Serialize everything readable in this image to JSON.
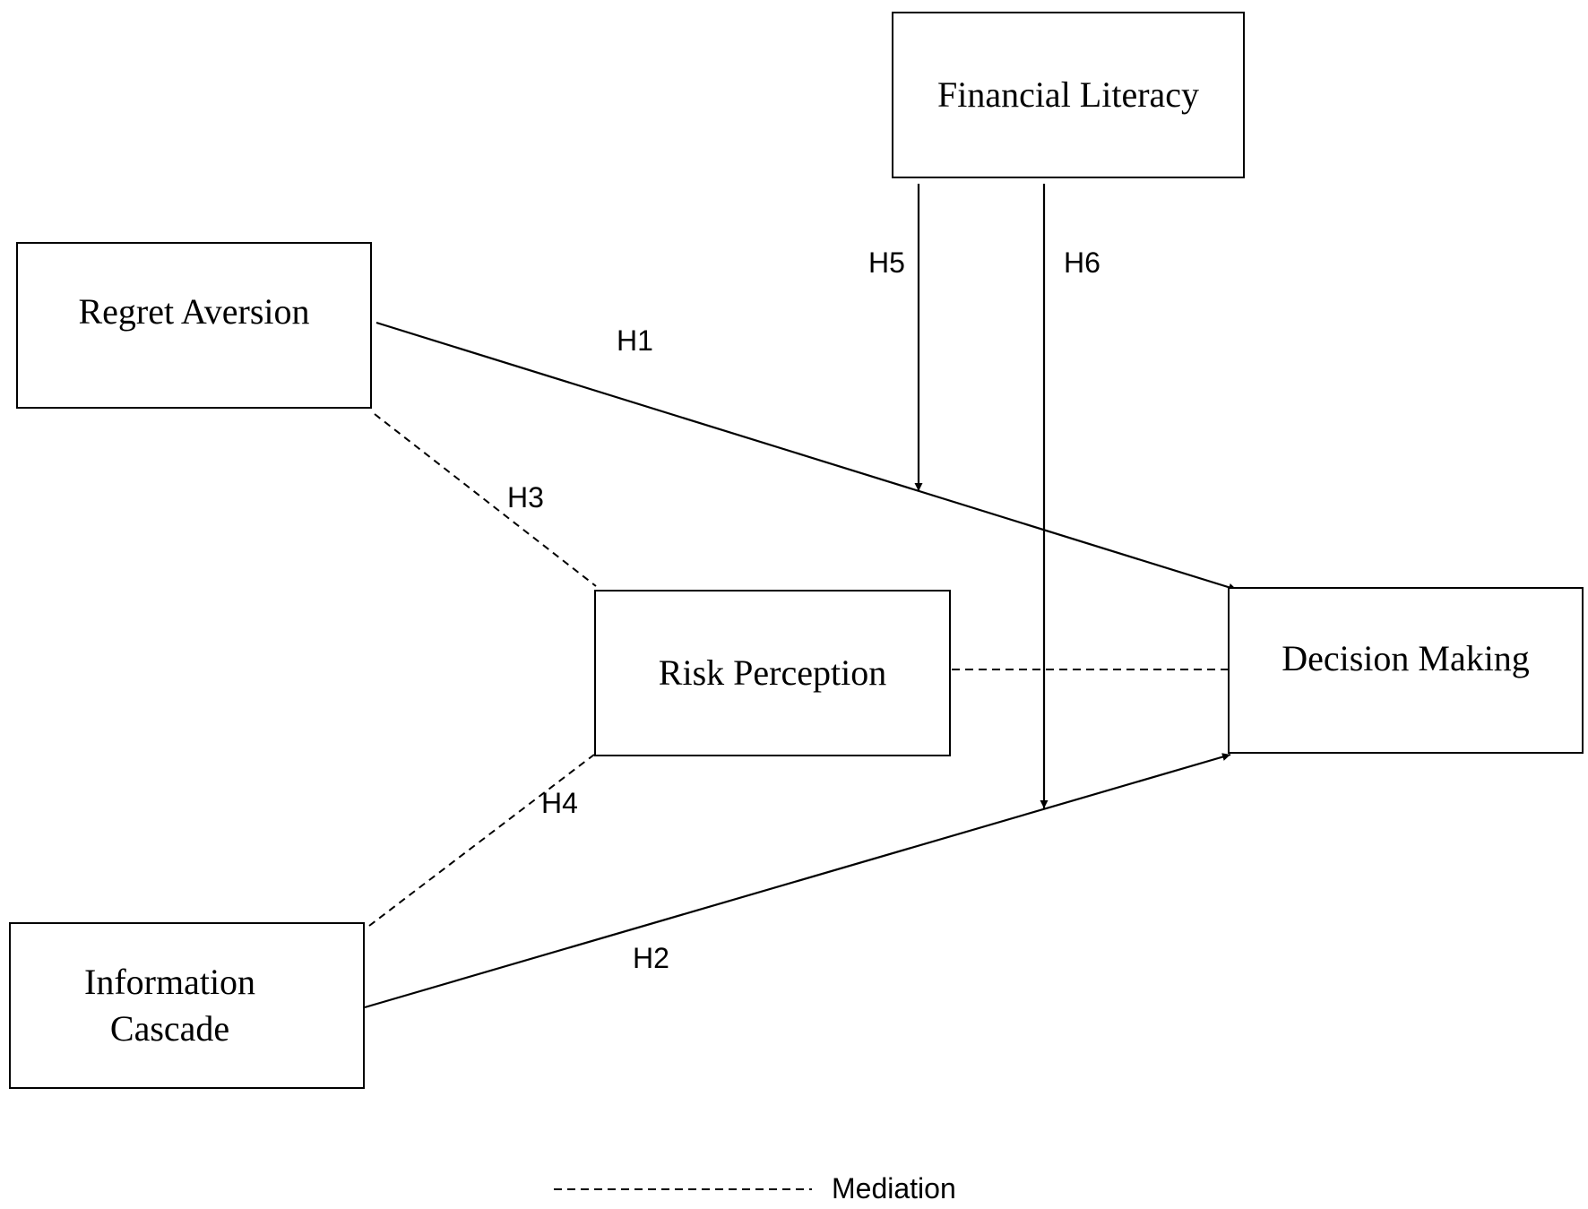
{
  "nodes": {
    "financial_literacy": "Financial Literacy",
    "regret_aversion": "Regret Aversion",
    "risk_perception": "Risk Perception",
    "decision_making": "Decision Making",
    "information_cascade": "Information\nCascade"
  },
  "paths": {
    "h1": "H1",
    "h2": "H2",
    "h3": "H3",
    "h4": "H4",
    "h5": "H5",
    "h6": "H6"
  },
  "legend": {
    "dashed_label": "Mediation"
  }
}
